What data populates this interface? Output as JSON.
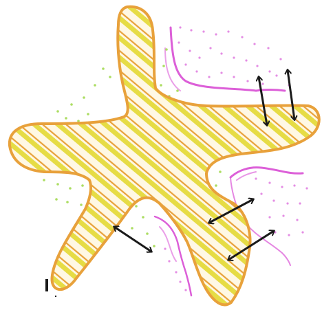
{
  "colors": {
    "background": "#ffffff",
    "shape_outline": "#e8a13b",
    "shape_fill": "#fff6dc",
    "hatch_yellow": "#e6dc45",
    "hatch_orange": "#e8a13b",
    "green_dots": "#a8dc5a",
    "pink_dots": "#e07ae0",
    "pink_outline": "#dc5fd8",
    "arrows": "#1a1a1a"
  },
  "icons": {
    "shape": "starfish-shape",
    "arrow": "double-headed-arrow"
  },
  "arrows_count": 5
}
